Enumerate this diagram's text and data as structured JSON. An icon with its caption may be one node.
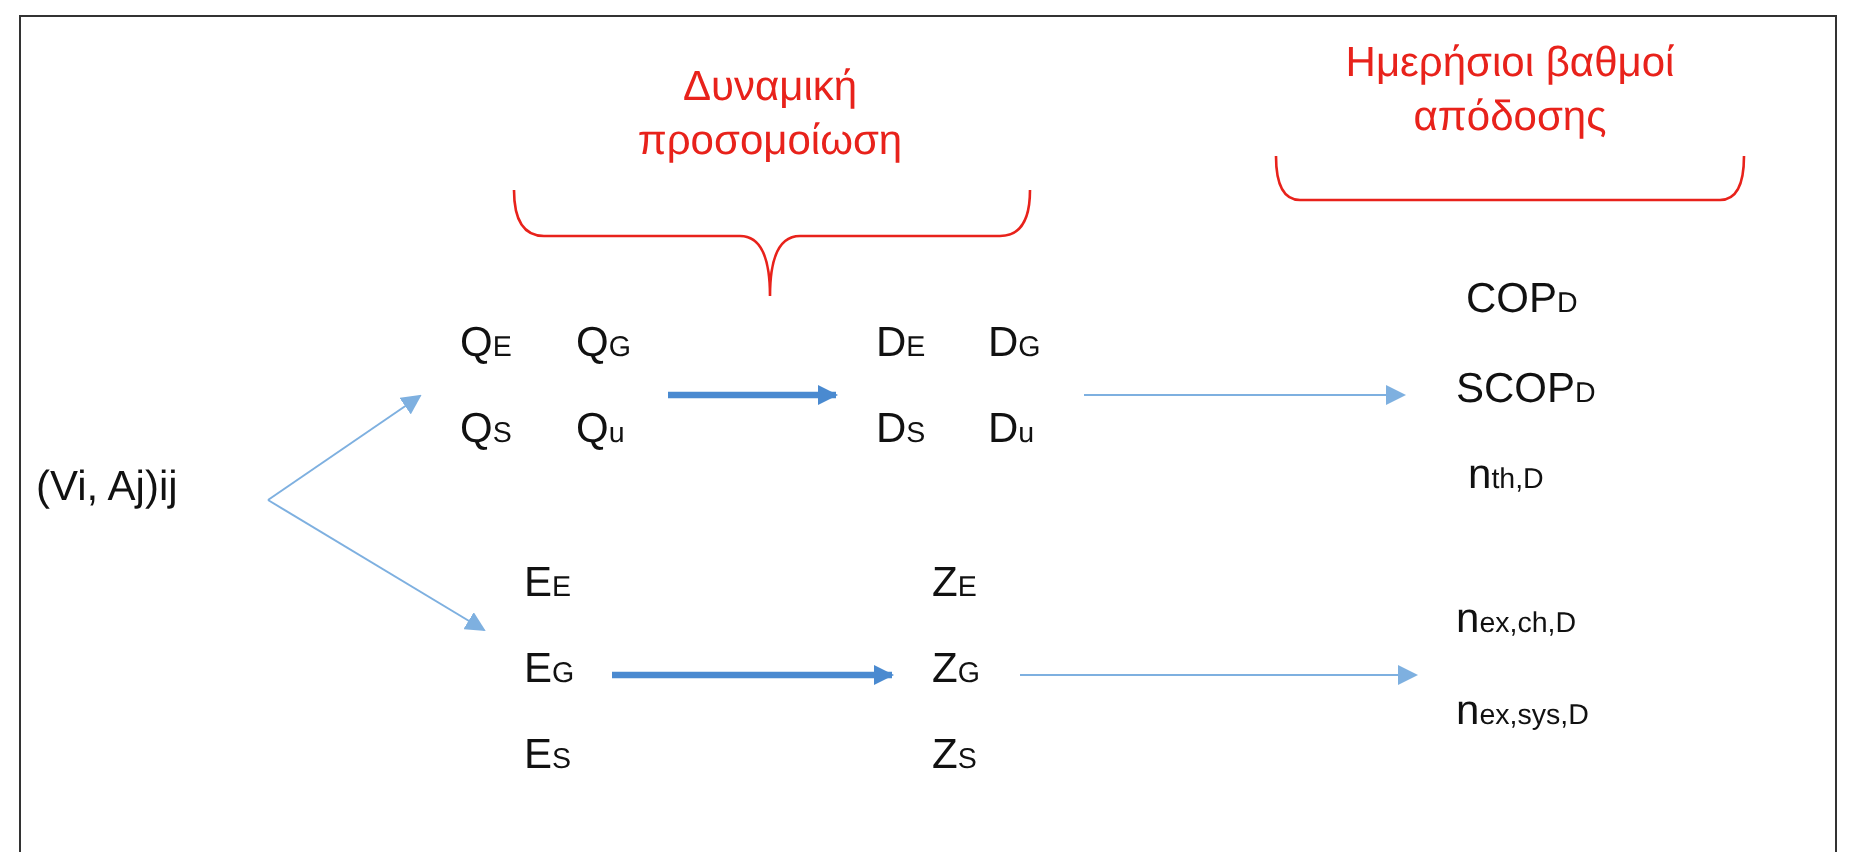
{
  "diagram": {
    "nodes": [
      {
        "text": [
          "(Vi, Aj)ij"
        ]
      },
      {
        "text": [
          "Q$_{E}$",
          "Q$_{G}$",
          "Q$_{S}$",
          "Q$_{u}$"
        ]
      },
      {
        "text": [
          "D$_{E}$",
          "D$_{G}$",
          "D$_{S}$",
          "D$_{u}$"
        ]
      },
      {
        "text": [
          "COP$_{D}$",
          "SCOP$_{D}$",
          "n$_{th,D}$"
        ]
      },
      {
        "text": [
          "E$_{E}$",
          "E$_{G}$",
          "E$_{S}$"
        ]
      },
      {
        "text": [
          "Z$_{E}$",
          "Z$_{G}$",
          "Z$_{S}$"
        ]
      },
      {
        "text": [
          "n$_{ex,ch,D}$",
          "n$_{ex,sys,D}$"
        ]
      }
    ],
    "edges": [
      {
        "from": 0,
        "to": 1,
        "arrow": "to"
      },
      {
        "from": 0,
        "to": 4,
        "arrow": "to"
      },
      {
        "from": 1,
        "to": 2,
        "arrow": "to",
        "style": "thick",
        "color": "#4a8ad0"
      },
      {
        "from": 2,
        "to": 3,
        "arrow": "to"
      },
      {
        "from": 4,
        "to": 5,
        "arrow": "to",
        "style": "thick",
        "color": "#4a8ad0"
      },
      {
        "from": 5,
        "to": 6,
        "arrow": "to"
      }
    ],
    "labels": [
      "Δυναμική προσομοίωση",
      "Ημερήσιοι βαθμοί απόδοσης"
    ]
  }
}
